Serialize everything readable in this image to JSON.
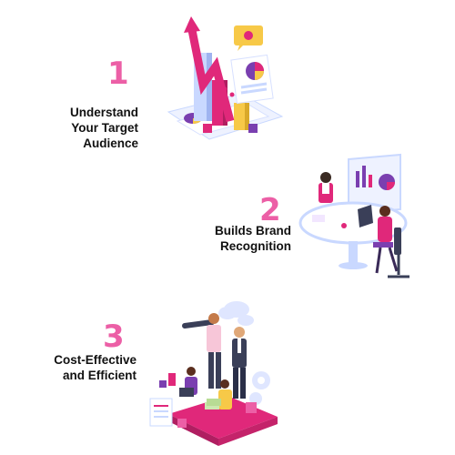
{
  "colors": {
    "accent_pink": "#ec5fa6",
    "magenta": "#e0287a",
    "yellow": "#f7c948",
    "purple": "#7a3fb0",
    "light_blue": "#c9d8ff",
    "text": "#111111"
  },
  "steps": [
    {
      "number": "1",
      "label_lines": [
        "Understand",
        "Your Target",
        "Audience"
      ],
      "illustration": "analytics-charts-illustration"
    },
    {
      "number": "2",
      "label_lines": [
        "Builds Brand",
        "Recognition"
      ],
      "illustration": "office-meeting-illustration"
    },
    {
      "number": "3",
      "label_lines": [
        "Cost-Effective",
        "and Efficient"
      ],
      "illustration": "team-with-telescope-illustration"
    }
  ]
}
